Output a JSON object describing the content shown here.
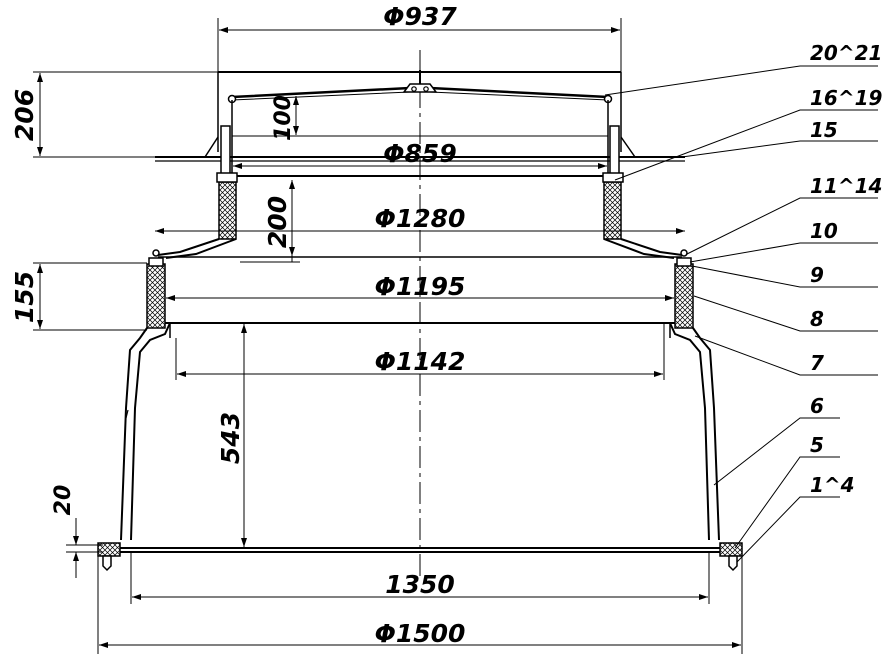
{
  "dimensions": {
    "d937": "Φ937",
    "d859": "Φ859",
    "d1280": "Φ1280",
    "d1195": "Φ1195",
    "d1142": "Φ1142",
    "d1350": "1350",
    "d1500": "Φ1500",
    "h206": "206",
    "h100": "100",
    "h200": "200",
    "h155": "155",
    "h543": "543",
    "h20": "20"
  },
  "part_labels": {
    "p20_21": "20^21",
    "p16_19": "16^19",
    "p15": "15",
    "p11_14": "11^14",
    "p10": "10",
    "p9": "9",
    "p8": "8",
    "p7": "7",
    "p6": "6",
    "p5": "5",
    "p1_4": "1^4"
  },
  "colors": {
    "line": "#000000",
    "background": "#ffffff"
  }
}
